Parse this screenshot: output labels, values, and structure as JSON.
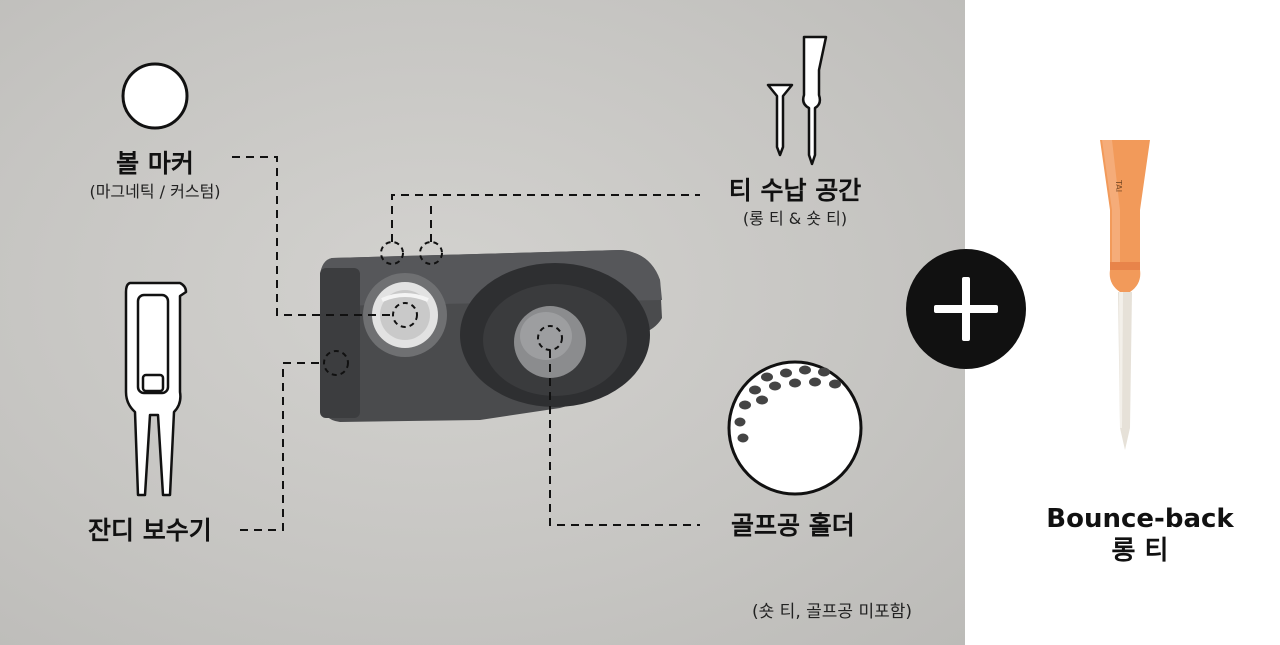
{
  "labels": {
    "ball_marker": "볼 마커",
    "ball_marker_sub": "(마그네틱 / 커스텀)",
    "tee_storage": "티 수납 공간",
    "tee_storage_sub": "(롱 티 & 숏 티)",
    "divot_tool": "잔디 보수기",
    "ball_holder": "골프공 홀더",
    "footnote": "(숏 티, 골프공 미포함)"
  },
  "product": {
    "name_line1": "Bounce-back",
    "name_line2": "롱 티",
    "tee_print": "TAI"
  },
  "colors": {
    "photo_bg": "#c9c8c5",
    "device": "#4a4b4d",
    "tee_orange": "#f29a5a",
    "tee_stem": "#e6e1d8"
  }
}
